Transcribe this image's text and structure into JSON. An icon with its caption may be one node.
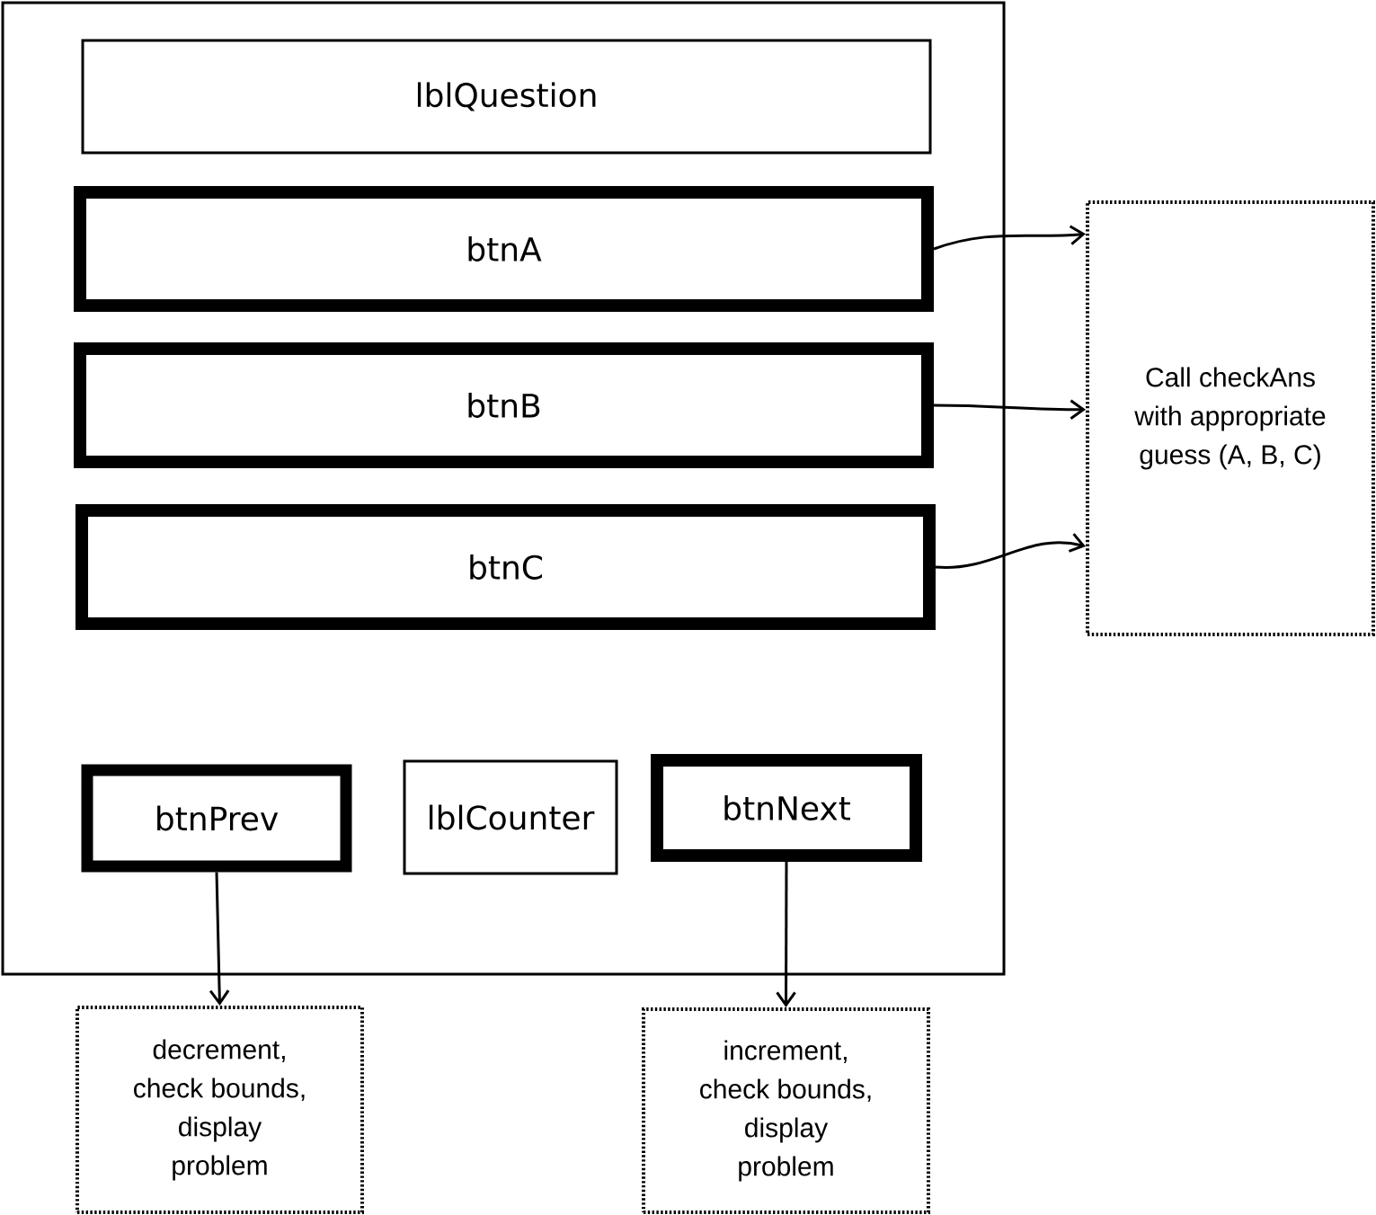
{
  "diagram": {
    "nodes": [
      {
        "text": [],
        "shape": "box"
      },
      {
        "text": [
          "lblQuestion"
        ],
        "in": 0
      },
      {
        "text": [
          "btnA"
        ],
        "in": 0
      },
      {
        "text": [
          "btnB"
        ],
        "in": 0
      },
      {
        "text": [
          "btnC"
        ],
        "in": 0
      },
      {
        "text": [
          "btnPrev"
        ],
        "in": 0
      },
      {
        "text": [
          "lblCounter"
        ],
        "in": 0
      },
      {
        "text": [
          "btnNext"
        ],
        "in": 0
      },
      {
        "text": [
          "Call checkAns with appropriate guess (A, B, C)"
        ]
      },
      {
        "text": [
          "decrement, check bounds, display problem"
        ]
      },
      {
        "text": [
          "increment, check bounds, display problem"
        ]
      }
    ],
    "edges": [
      {
        "from": 2,
        "to": 8,
        "arrow": "to"
      },
      {
        "from": 3,
        "to": 8,
        "arrow": "to"
      },
      {
        "from": 4,
        "to": 8,
        "arrow": "to"
      },
      {
        "from": 5,
        "to": 9,
        "arrow": "to"
      },
      {
        "from": 7,
        "to": 10,
        "arrow": "to"
      }
    ]
  }
}
